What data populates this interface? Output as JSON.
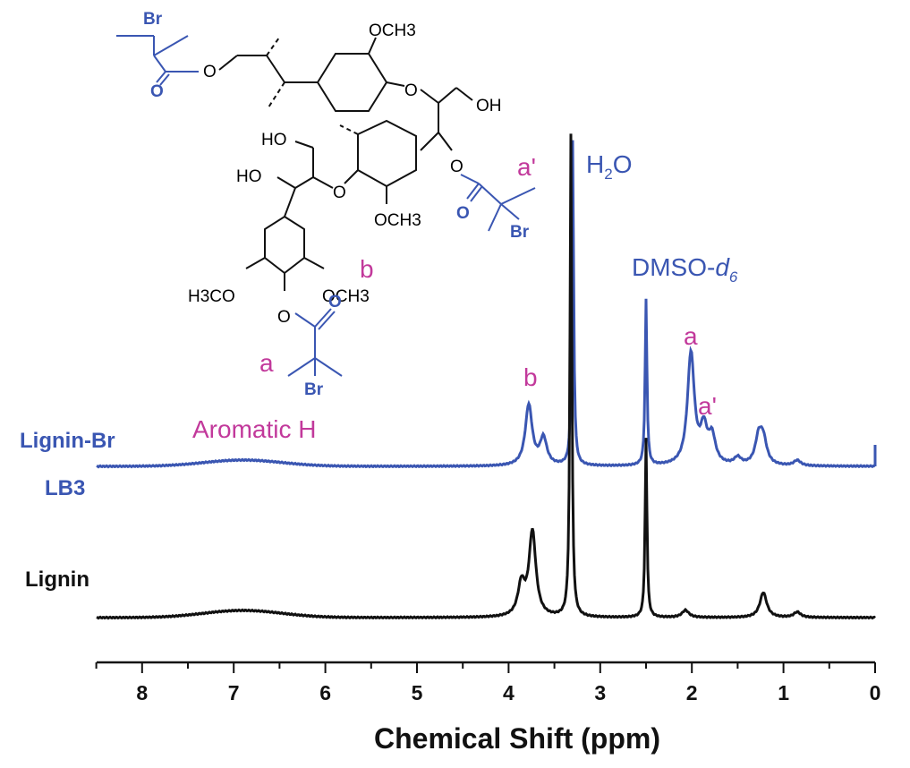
{
  "colors": {
    "blue": "#3a56b2",
    "magenta": "#c2399b",
    "black": "#111111"
  },
  "chart_data": {
    "type": "line",
    "title": "",
    "xlabel": "Chemical Shift (ppm)",
    "ylabel": "",
    "xlim": [
      8.5,
      0
    ],
    "x_reversed": true,
    "grid": false,
    "xticks": [
      "8",
      "7",
      "6",
      "5",
      "4",
      "3",
      "2",
      "1",
      "0"
    ],
    "series": [
      {
        "name": "Lignin-Br",
        "label_lines": [
          "Lignin-Br",
          "LB3"
        ],
        "color": "#3a56b2",
        "peaks_ppm": [
          {
            "x": 3.78,
            "h": 68
          },
          {
            "x": 3.62,
            "h": 30
          },
          {
            "x": 3.3,
            "h": 364
          },
          {
            "x": 2.5,
            "h": 185
          },
          {
            "x": 2.01,
            "h": 125
          },
          {
            "x": 1.87,
            "h": 38
          },
          {
            "x": 1.78,
            "h": 30
          },
          {
            "x": 1.27,
            "h": 30
          },
          {
            "x": 1.22,
            "h": 26
          },
          {
            "x": 1.5,
            "h": 8
          },
          {
            "x": 0.85,
            "h": 6
          }
        ],
        "broad_ppm": {
          "x": 6.9,
          "h": 7
        }
      },
      {
        "name": "Lignin",
        "label_lines": [
          "Lignin"
        ],
        "color": "#111111",
        "peaks_ppm": [
          {
            "x": 3.74,
            "h": 95
          },
          {
            "x": 3.86,
            "h": 35
          },
          {
            "x": 3.32,
            "h": 540
          },
          {
            "x": 2.5,
            "h": 200
          },
          {
            "x": 1.22,
            "h": 28
          },
          {
            "x": 2.07,
            "h": 8
          },
          {
            "x": 0.85,
            "h": 6
          }
        ],
        "broad_ppm": {
          "x": 6.9,
          "h": 8
        }
      }
    ],
    "annotations": [
      {
        "id": "h2o",
        "main": "H",
        "sub": "2",
        "tail": "O",
        "x": 3.3
      },
      {
        "id": "dmso",
        "main": "DMSO-",
        "italic": "d",
        "sub": "6",
        "x": 2.5
      },
      {
        "id": "peak-a",
        "text": "a",
        "x": 2.01
      },
      {
        "id": "peak-a-prime",
        "text": "a'",
        "x": 1.85
      },
      {
        "id": "peak-b",
        "text": "b",
        "x": 3.78
      },
      {
        "id": "aromatic",
        "text": "Aromatic H",
        "x": 7.0
      }
    ]
  },
  "structure": {
    "labels": {
      "br_top": "Br",
      "o_top_carbonyl": "O",
      "o_top_ester": "O",
      "och3_top": "OCH3",
      "o_ether_top": "O",
      "oh_top": "OH",
      "ho_left_top": "HO",
      "ho_left": "HO",
      "o_ether_mid": "O",
      "o_ester_right": "O",
      "o_carbonyl_right": "O",
      "a_prime": "a'",
      "och3_mid": "OCH3",
      "br_right": "Br",
      "b": "b",
      "h3co": "H3CO",
      "och3_bottom": "OCH3",
      "o_phenol": "O",
      "o_carbonyl_bottom": "O",
      "a": "a",
      "br_bottom": "Br"
    }
  }
}
